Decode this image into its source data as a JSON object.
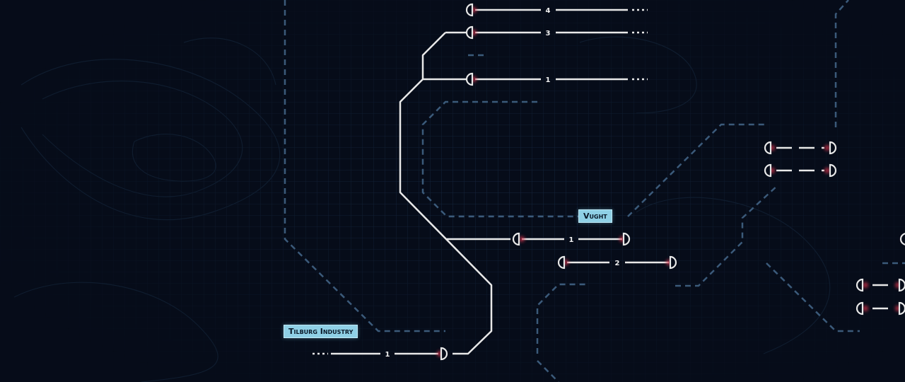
{
  "stations": [
    {
      "id": "vught",
      "name": "Vught"
    },
    {
      "id": "tilburg-industry",
      "name": "Tilburg Industry"
    }
  ],
  "tracks": [
    {
      "id": "top-4",
      "number": "4"
    },
    {
      "id": "top-3",
      "number": "3"
    },
    {
      "id": "top-1",
      "number": "1"
    },
    {
      "id": "vught-1",
      "number": "1"
    },
    {
      "id": "vught-2",
      "number": "2"
    },
    {
      "id": "tilburg-1",
      "number": "1"
    }
  ],
  "colors": {
    "background": "#060c19",
    "grid": "#16273f",
    "track": "#e8e8e8",
    "planned_track": "#3b5a7a",
    "signal_red": "#d0304a",
    "label_bg": "#8fd0e6"
  }
}
